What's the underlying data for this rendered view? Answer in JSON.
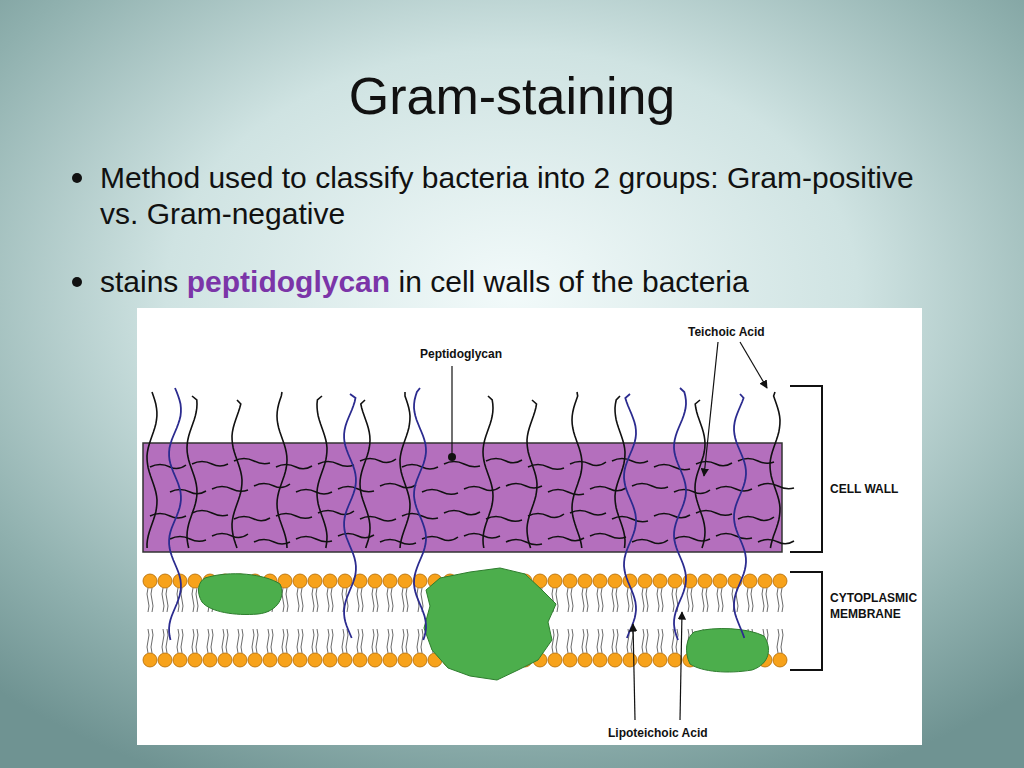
{
  "diagram": {
    "title": "Gram-staining",
    "labels": [
      "Method used to classify bacteria into 2 groups: Gram-positive vs. Gram-negative",
      "stains",
      "peptidoglycan",
      "in cell walls of the bacteria",
      "Peptidoglycan",
      "Teichoic Acid",
      "CELL WALL",
      "CYTOPLASMIC MEMBRANE",
      "Lipoteichoic Acid"
    ]
  }
}
